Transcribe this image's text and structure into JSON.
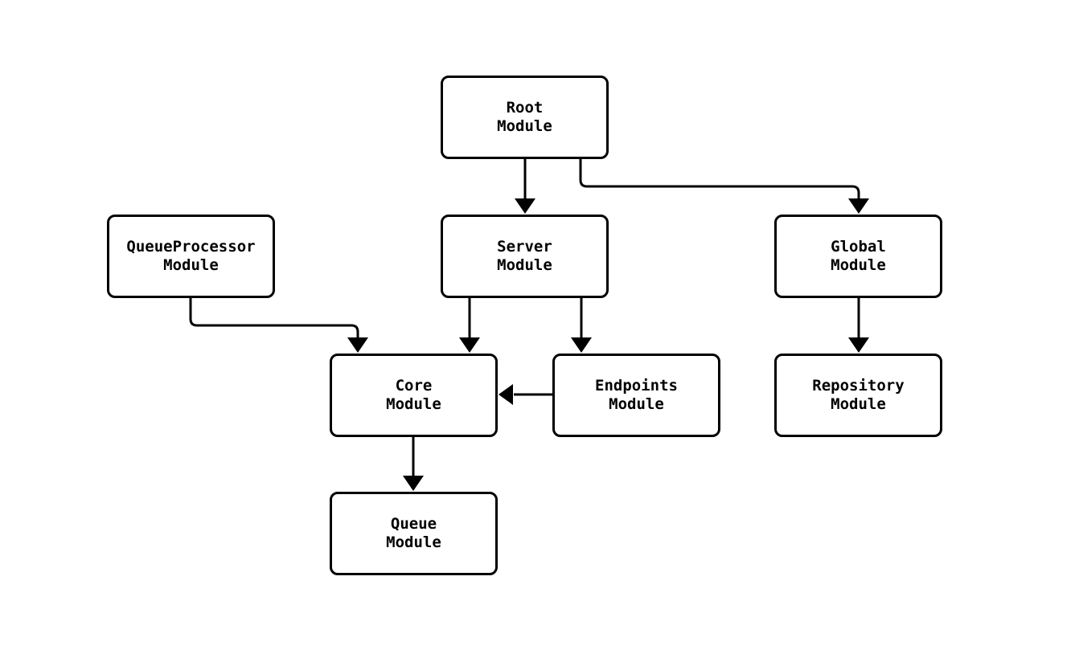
{
  "diagram": {
    "type": "module-dependency-flowchart",
    "nodes": {
      "root": {
        "label": "Root\nModule"
      },
      "queue_processor": {
        "label": "QueueProcessor\nModule"
      },
      "server": {
        "label": "Server\nModule"
      },
      "global": {
        "label": "Global\nModule"
      },
      "core": {
        "label": "Core\nModule"
      },
      "endpoints": {
        "label": "Endpoints\nModule"
      },
      "repository": {
        "label": "Repository\nModule"
      },
      "queue": {
        "label": "Queue\nModule"
      }
    },
    "edges": [
      {
        "from": "root",
        "to": "server"
      },
      {
        "from": "root",
        "to": "global"
      },
      {
        "from": "queue_processor",
        "to": "core"
      },
      {
        "from": "server",
        "to": "core"
      },
      {
        "from": "server",
        "to": "endpoints"
      },
      {
        "from": "endpoints",
        "to": "core"
      },
      {
        "from": "global",
        "to": "repository"
      },
      {
        "from": "core",
        "to": "queue"
      }
    ],
    "colors": {
      "background": "#ffffff",
      "node_border": "#000000",
      "node_fill": "#ffffff",
      "edge": "#000000",
      "text": "#000000"
    }
  }
}
